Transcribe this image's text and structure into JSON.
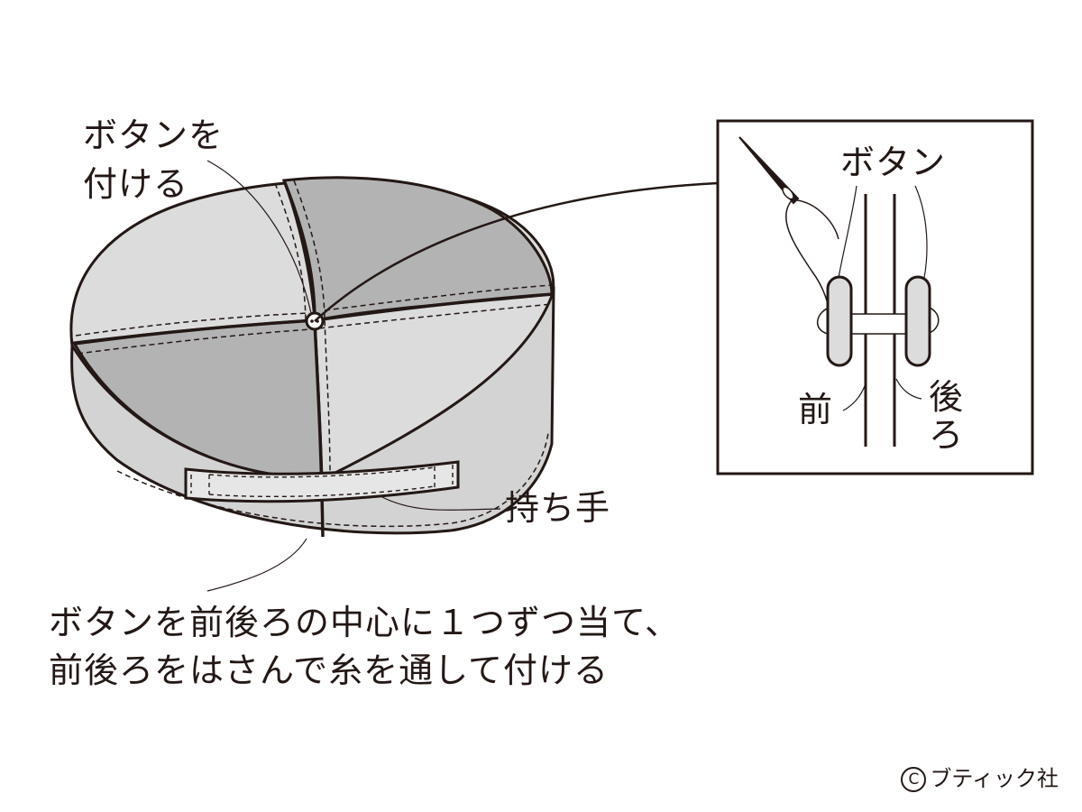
{
  "labels": {
    "button_attach_line1": "ボタンを",
    "button_attach_line2": "付ける",
    "handle": "持ち手",
    "instruction_line1": "ボタンを前後ろの中心に１つずつ当て、",
    "instruction_line2": "前後ろをはさんで糸を通して付ける",
    "detail_button": "ボタン",
    "detail_front": "前",
    "detail_back_line1": "後",
    "detail_back_line2": "ろ"
  },
  "copyright": {
    "symbol": "C",
    "text": "ブティック社"
  },
  "colors": {
    "line": "#231815",
    "panel_light": "#dcdcdc",
    "panel_dark": "#b3b3b3",
    "side": "#d3d3d3",
    "handle": "#e6e6e6",
    "background": "#ffffff"
  }
}
